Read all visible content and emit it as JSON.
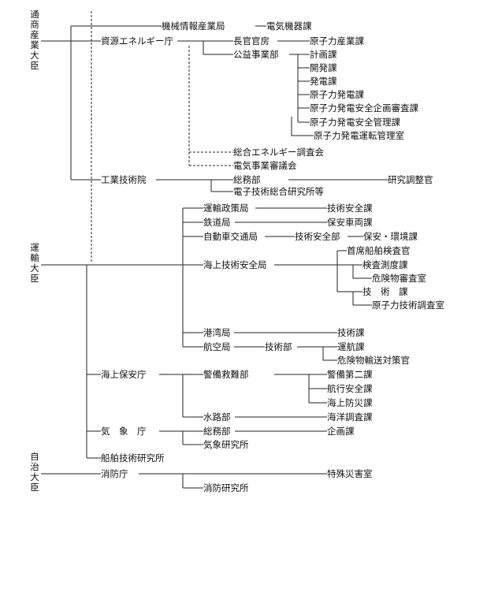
{
  "ministries": {
    "miti": [
      "通",
      "商",
      "産",
      "業",
      "大",
      "臣"
    ],
    "transport": [
      "運",
      "輸",
      "大",
      "臣"
    ],
    "home": [
      "自",
      "治",
      "大",
      "臣"
    ]
  },
  "miti": {
    "machinery_bureau": "機械情報産業局",
    "electric_machinery": "電気機器課",
    "energy_agency": "資源エネルギー庁",
    "secretariat": "長官官房",
    "nuclear_industry": "原子力産業課",
    "utilities": "公益事業部",
    "planning": "計画課",
    "development": "開発課",
    "power_generation": "発電課",
    "nuclear_power": "原子力発電課",
    "nuclear_safety_planning": "原子力発電安全企画審査課",
    "nuclear_safety_mgmt": "原子力発電安全管理課",
    "nuclear_operation_mgmt": "原子力発電運転管理室",
    "energy_council": "総合エネルギー調査会",
    "electric_council": "電気事業審議会",
    "ait": "工業技術院",
    "ait_general": "総務部",
    "research_coord": "研究調整官",
    "etl": "電子技術総合研究所等"
  },
  "transport": {
    "policy_bureau": "運輸政策局",
    "tech_safety": "技術安全課",
    "railway_bureau": "鉄道局",
    "vehicle_safety": "保安車両課",
    "auto_bureau": "自動車交通局",
    "auto_tech_safety_dept": "技術安全部",
    "safety_env": "保安・環境課",
    "maritime_bureau": "海上技術安全局",
    "chief_inspector": "首席船舶検査官",
    "inspection": "検査測度課",
    "hazmat": "危険物審査室",
    "technical": "技　術　課",
    "nuclear_survey": "原子力技術調査室",
    "port_bureau": "港湾局",
    "port_tech": "技術課",
    "aviation_bureau": "航空局",
    "aviation_tech_dept": "技術部",
    "flight_ops": "運航課",
    "hazmat_transport": "危険物輸送対策官",
    "coast_guard": "海上保安庁",
    "guard_rescue": "警備救難部",
    "guard_2": "警備第二課",
    "nav_safety": "航行安全課",
    "disaster_prevention": "海上防災課",
    "hydrographic": "水路部",
    "ocean_survey": "海洋調査課",
    "meteorological": "気　象　庁",
    "met_general": "総務部",
    "met_planning": "企画課",
    "met_research": "気象研究所",
    "ship_research": "船舶技術研究所"
  },
  "home": {
    "fire_agency": "消防庁",
    "special_disaster": "特殊災害室",
    "fire_research": "消防研究所"
  }
}
